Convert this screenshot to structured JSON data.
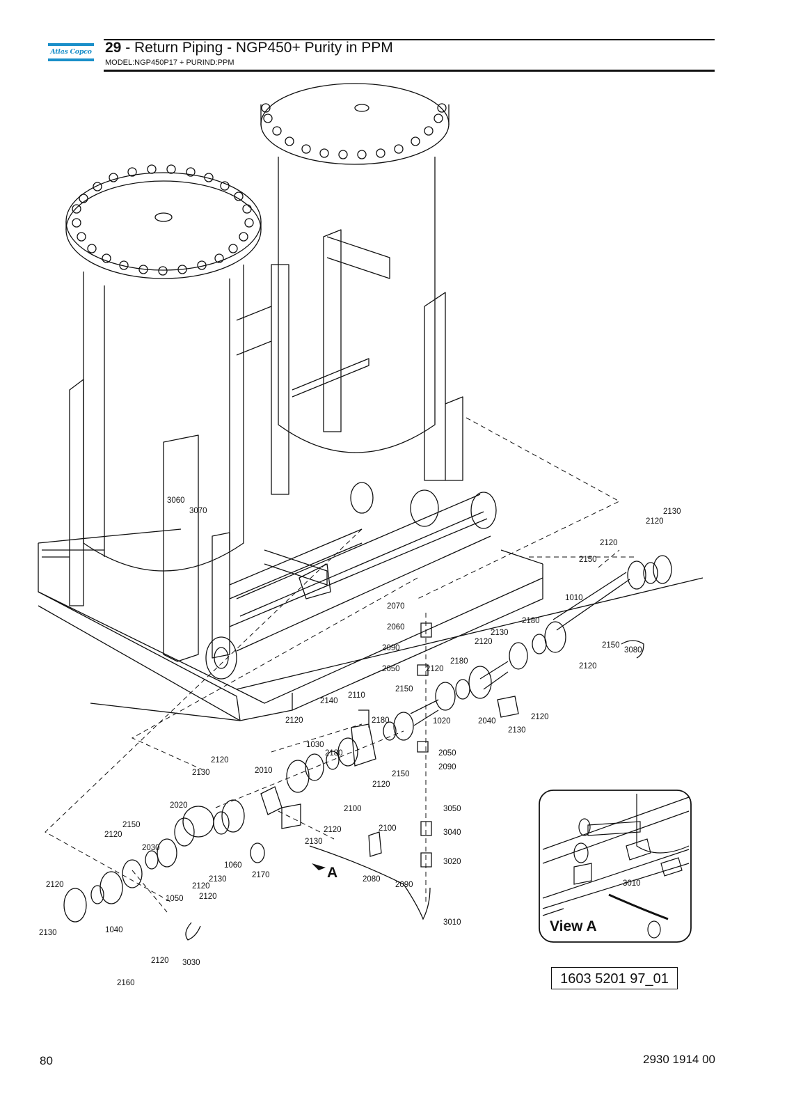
{
  "header": {
    "logo_text": "Atlas Copco",
    "section_number": "29",
    "title_rest": " - Return Piping - NGP450+ Purity in PPM",
    "model": "MODEL:NGP450P17 + PURIND:PPM"
  },
  "colors": {
    "logo_blue": "#1a8fc9",
    "ink": "#111111"
  },
  "view_marker": "A",
  "inset": {
    "title": "View A",
    "label": "3010"
  },
  "drawing_number": "1603 5201 97_01",
  "footer": {
    "page_number": "80",
    "document_number": "2930 1914 00"
  },
  "labels": [
    "3060",
    "3070",
    "2130",
    "2120",
    "2120",
    "2150",
    "1010",
    "2180",
    "2130",
    "2120",
    "3080",
    "2150",
    "2120",
    "2070",
    "2060",
    "2090",
    "2050",
    "2120",
    "2180",
    "2150",
    "2140",
    "2110",
    "2180",
    "2120",
    "1020",
    "2040",
    "2120",
    "2130",
    "2050",
    "2090",
    "2180",
    "1030",
    "2120",
    "2130",
    "2150",
    "2120",
    "2010",
    "2100",
    "2130",
    "2120",
    "2100",
    "3050",
    "3040",
    "3020",
    "2020",
    "2150",
    "2120",
    "2030",
    "1060",
    "2170",
    "2080",
    "2090",
    "2120",
    "2130",
    "2120",
    "1050",
    "2120",
    "2130",
    "3010",
    "1040",
    "2120",
    "3030",
    "2160"
  ]
}
